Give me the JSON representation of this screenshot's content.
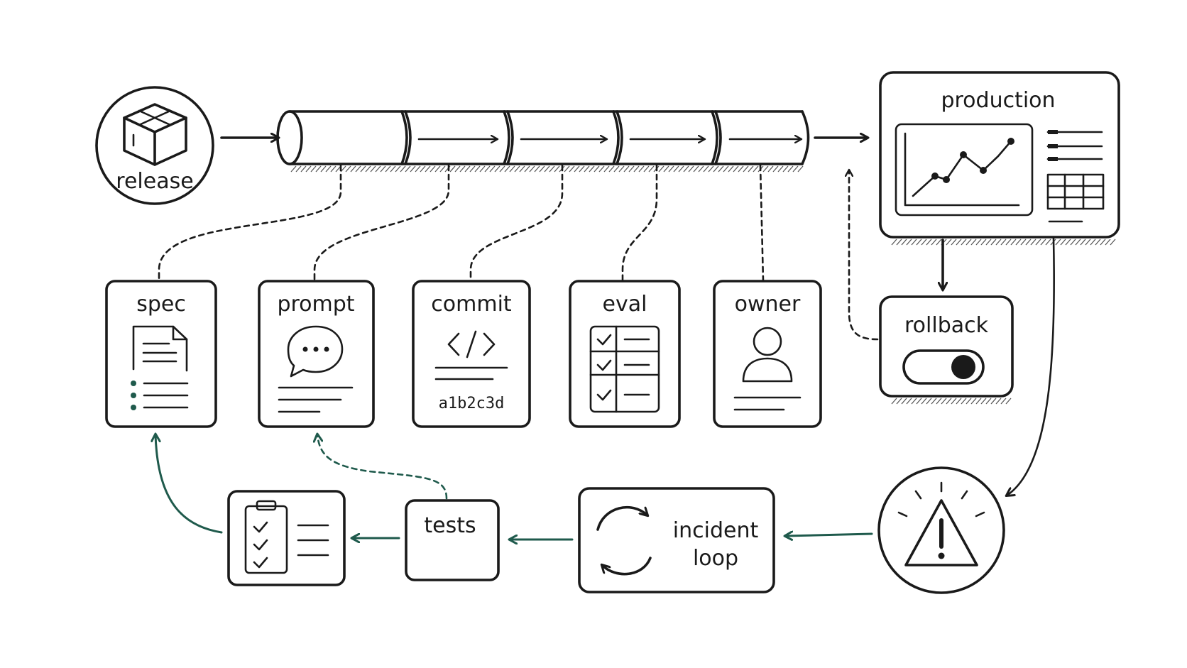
{
  "diagram": {
    "release_label": "release",
    "production_label": "production",
    "rollback_label": "rollback",
    "artifacts": {
      "spec": "spec",
      "prompt": "prompt",
      "commit": "commit",
      "commit_hash": "a1b2c3d",
      "eval": "eval",
      "owner": "owner"
    },
    "tests_label": "tests",
    "incident_line1": "incident",
    "incident_line2": "loop",
    "colors": {
      "ink": "#1a1a1a",
      "feedback_green": "#1f5a4c"
    },
    "icons": [
      "package-icon",
      "line-chart-icon",
      "toggle-icon",
      "document-icon",
      "chat-bubble-icon",
      "code-icon",
      "checklist-icon",
      "user-icon",
      "clipboard-checklist-icon",
      "refresh-cycle-icon",
      "warning-icon"
    ]
  }
}
